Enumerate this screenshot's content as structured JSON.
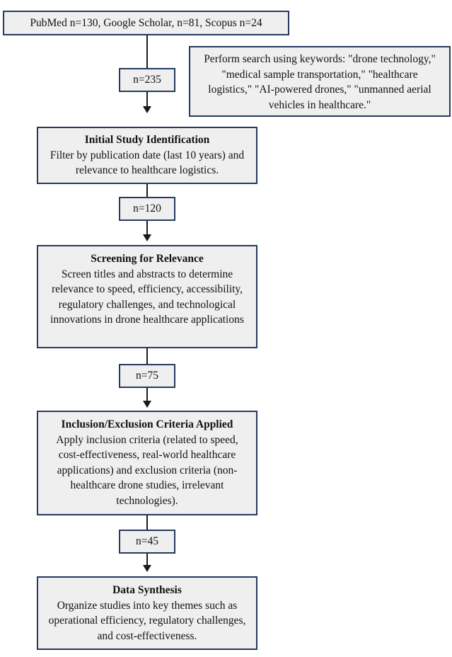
{
  "flow": {
    "sources": "PubMed n=130, Google Scholar, n=81, Scopus n=24",
    "search_note": "Perform search using keywords: \"drone technology,\" \"medical sample transportation,\" \"healthcare logistics,\" \"AI-powered drones,\" \"unmanned aerial vehicles in healthcare.\"",
    "count1": "n=235",
    "step1": {
      "title": "Initial Study Identification",
      "text": "Filter by publication date (last 10 years) and relevance to healthcare logistics."
    },
    "count2": "n=120",
    "step2": {
      "title": "Screening for Relevance",
      "text": "Screen titles and abstracts to determine relevance to speed, efficiency, accessibility, regulatory challenges, and technological innovations in drone healthcare applications"
    },
    "count3": "n=75",
    "step3": {
      "title": "Inclusion/Exclusion Criteria Applied",
      "text": "Apply inclusion criteria (related to speed, cost-effectiveness, real-world healthcare applications) and exclusion criteria (non-healthcare drone studies, irrelevant technologies)."
    },
    "count4": "n=45",
    "step4": {
      "title": "Data Synthesis",
      "text": "Organize studies into key themes such as operational efficiency, regulatory challenges, and cost-effectiveness."
    }
  }
}
